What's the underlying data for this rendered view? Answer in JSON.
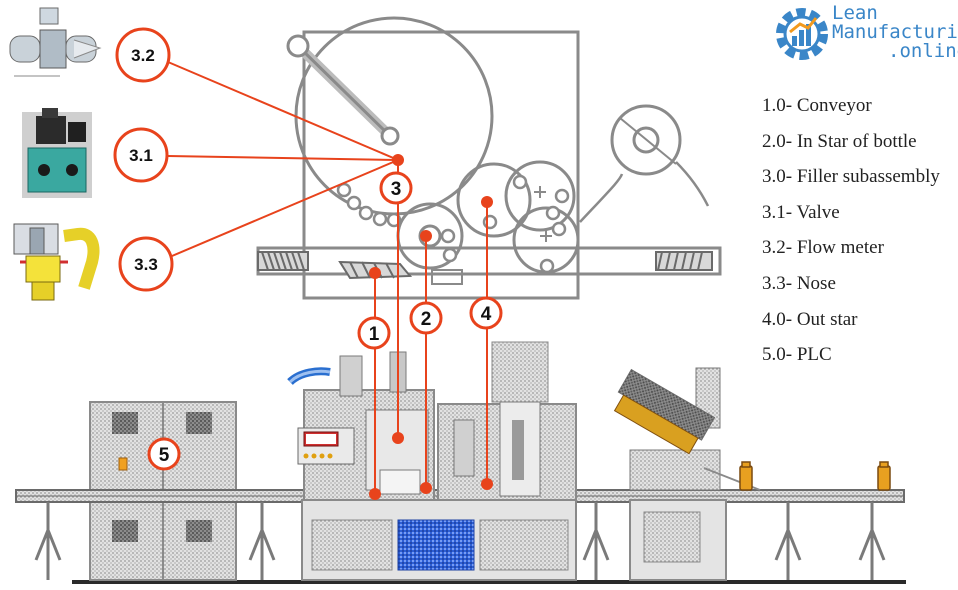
{
  "logo": {
    "line1": "Lean",
    "line2": "Manufacturing",
    "line3": ".online"
  },
  "legend": [
    "1.0- Conveyor",
    "2.0- In Star of bottle",
    "3.0- Filler subassembly",
    "3.1- Valve",
    "3.2- Flow meter",
    "3.3- Nose",
    "4.0- Out star",
    "5.0- PLC"
  ],
  "callouts": {
    "c32": "3.2",
    "c31": "3.1",
    "c33": "3.3",
    "n1": "1",
    "n2": "2",
    "n3": "3",
    "n4": "4",
    "n5": "5"
  },
  "colors": {
    "callout": "#e8431c",
    "machine": "#8a8a8a",
    "grid": "#b8b8b8",
    "logo_blue": "#3a86c8",
    "logo_orange": "#f39a1e"
  }
}
